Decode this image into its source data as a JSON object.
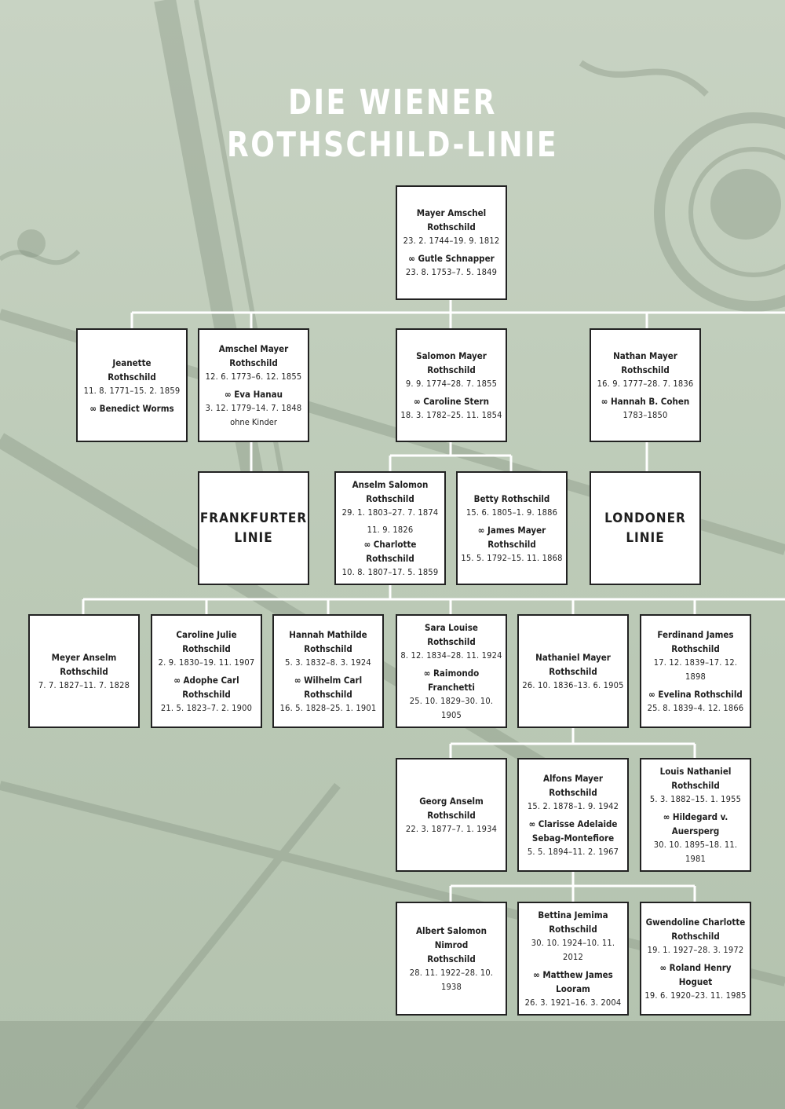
{
  "title": {
    "line1": "DIE WIENER",
    "line2": "ROTHSCHILD-LINIE"
  },
  "persons": {
    "mayer_amschel": {
      "name1": "Mayer Amschel",
      "name2": "Rothschild",
      "dates": "23. 2. 1744–19. 9. 1812",
      "spouse": "∞ Gutle Schnapper",
      "spouse_dates": "23. 8. 1753–7. 5. 1849"
    },
    "jeanette": {
      "name1": "Jeanette",
      "name2": "Rothschild",
      "dates": "11. 8. 1771–15. 2. 1859",
      "spouse": "∞ Benedict Worms"
    },
    "amschel_mayer": {
      "name1": "Amschel Mayer",
      "name2": "Rothschild",
      "dates": "12. 6. 1773–6. 12. 1855",
      "spouse": "∞ Eva Hanau",
      "spouse_dates": "3. 12. 1779–14. 7. 1848",
      "note": "ohne Kinder"
    },
    "salomon_mayer": {
      "name1": "Salomon Mayer",
      "name2": "Rothschild",
      "dates": "9. 9. 1774–28. 7. 1855",
      "spouse": "∞ Caroline Stern",
      "spouse_dates": "18. 3. 1782–25. 11. 1854"
    },
    "nathan_mayer": {
      "name1": "Nathan Mayer",
      "name2": "Rothschild",
      "dates": "16. 9. 1777–28. 7. 1836",
      "spouse": "∞ Hannah B. Cohen",
      "spouse_dates": "1783–1850"
    },
    "anselm_salomon": {
      "name1": "Anselm Salomon",
      "name2": "Rothschild",
      "dates": "29. 1. 1803–27. 7. 1874",
      "marriage": "11. 9. 1826",
      "spouse": "∞ Charlotte Rothschild",
      "spouse_dates": "10. 8. 1807–17. 5. 1859"
    },
    "betty": {
      "name1": "Betty Rothschild",
      "dates": "15. 6. 1805–1. 9. 1886",
      "spouse": "∞ James Mayer",
      "spouse2": "Rothschild",
      "spouse_dates": "15. 5. 1792–15. 11. 1868"
    },
    "meyer_anselm": {
      "name1": "Meyer Anselm",
      "name2": "Rothschild",
      "dates": "7. 7. 1827–11. 7. 1828"
    },
    "caroline_julie": {
      "name1": "Caroline Julie",
      "name2": "Rothschild",
      "dates": "2. 9. 1830–19. 11. 1907",
      "spouse": "∞ Adophe Carl",
      "spouse2": "Rothschild",
      "spouse_dates": "21. 5. 1823–7. 2. 1900"
    },
    "hannah_mathilde": {
      "name1": "Hannah Mathilde",
      "name2": "Rothschild",
      "dates": "5. 3. 1832–8. 3. 1924",
      "spouse": "∞ Wilhelm Carl",
      "spouse2": "Rothschild",
      "spouse_dates": "16. 5. 1828–25. 1. 1901"
    },
    "sara_louise": {
      "name1": "Sara Louise",
      "name2": "Rothschild",
      "dates": "8. 12. 1834–28. 11. 1924",
      "spouse": "∞ Raimondo Franchetti",
      "spouse_dates": "25. 10. 1829–30. 10. 1905"
    },
    "nathaniel_mayer": {
      "name1": "Nathaniel Mayer",
      "name2": "Rothschild",
      "dates": "26. 10. 1836–13. 6. 1905"
    },
    "ferdinand_james": {
      "name1": "Ferdinand James",
      "name2": "Rothschild",
      "dates": "17. 12. 1839–17. 12. 1898",
      "spouse": "∞ Evelina Rothschild",
      "spouse_dates": "25. 8. 1839–4. 12. 1866"
    },
    "georg_anselm": {
      "name1": "Georg Anselm",
      "name2": "Rothschild",
      "dates": "22. 3. 1877–7. 1. 1934"
    },
    "alfons_mayer": {
      "name1": "Alfons Mayer",
      "name2": "Rothschild",
      "dates": "15. 2. 1878–1. 9. 1942",
      "spouse": "∞ Clarisse Adelaide",
      "spouse2": "Sebag-Montefiore",
      "spouse_dates": "5. 5. 1894–11. 2. 1967"
    },
    "louis_nathaniel": {
      "name1": "Louis Nathaniel",
      "name2": "Rothschild",
      "dates": "5. 3. 1882–15. 1. 1955",
      "spouse": "∞ Hildegard v.",
      "spouse2": "Auersperg",
      "spouse_dates": "30. 10. 1895–18. 11. 1981"
    },
    "albert_salomon": {
      "name1": "Albert Salomon Nimrod",
      "name2": "Rothschild",
      "dates": "28. 11. 1922–28. 10. 1938"
    },
    "bettina_jemima": {
      "name1": "Bettina Jemima",
      "name2": "Rothschild",
      "dates": "30. 10. 1924–10. 11. 2012",
      "spouse": "∞ Matthew James",
      "spouse2": "Looram",
      "spouse_dates": "26. 3. 1921–16. 3. 2004"
    },
    "gwendoline_charlotte": {
      "name1": "Gwendoline Charlotte",
      "name2": "Rothschild",
      "dates": "19. 1. 1927–28. 3. 1972",
      "spouse": "∞ Roland Henry Hoguet",
      "spouse_dates": "19. 6. 1920–23. 11. 1985"
    }
  },
  "branches": {
    "frankfurt": {
      "line1": "FRANKFURTER",
      "line2": "LINIE"
    },
    "london": {
      "line1": "LONDONER",
      "line2": "LINIE"
    }
  },
  "colors": {
    "background": "#c4d0bf",
    "line": "#ffffff",
    "box_border": "#222222"
  }
}
